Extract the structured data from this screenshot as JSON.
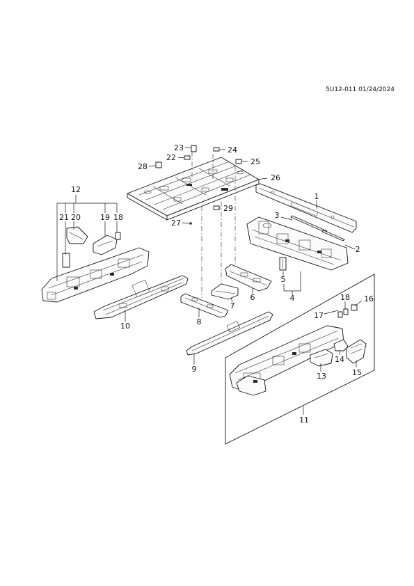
{
  "diagram": {
    "reference": "5U12-011 01/24/2024",
    "callouts": [
      "1",
      "2",
      "3",
      "4",
      "5",
      "6",
      "7",
      "8",
      "9",
      "10",
      "11",
      "12",
      "13",
      "14",
      "15",
      "16",
      "17",
      "18",
      "18",
      "19",
      "20",
      "21",
      "22",
      "23",
      "24",
      "25",
      "26",
      "27",
      "28",
      "29"
    ]
  }
}
